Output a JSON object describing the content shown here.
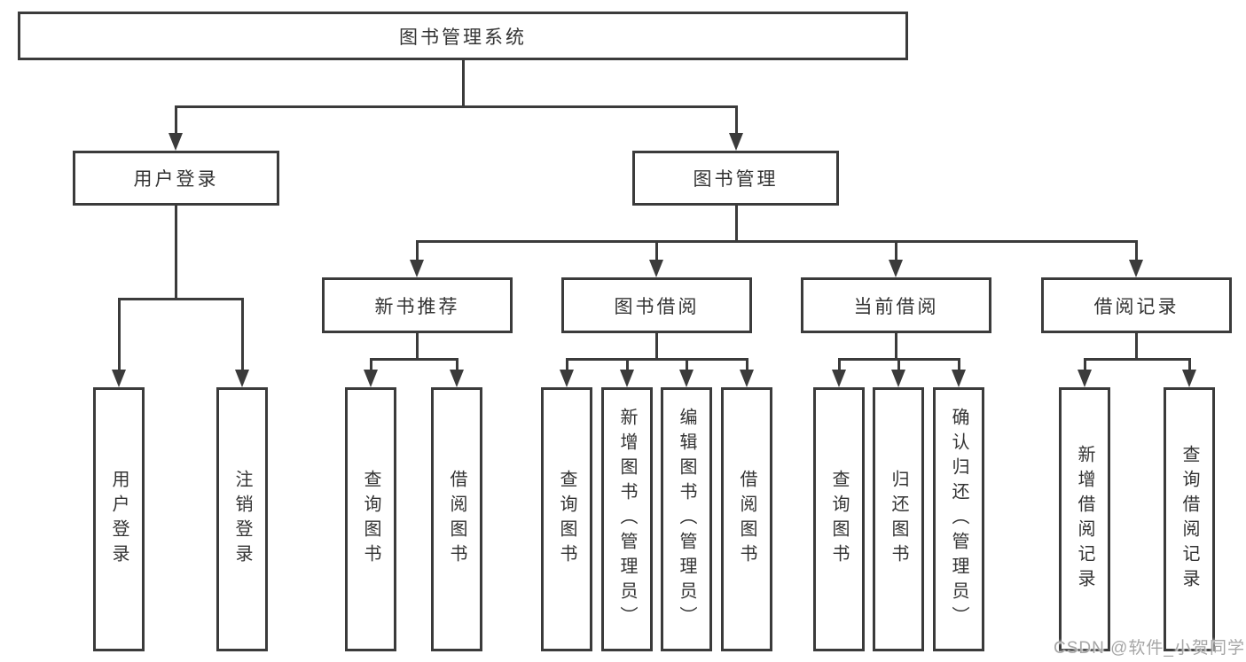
{
  "colors": {
    "line": "#3b3b3b",
    "text": "#333333",
    "background": "#ffffff",
    "watermark": "#a6a6a6"
  },
  "tree": {
    "root": {
      "label": "图书管理系统"
    },
    "branches": [
      {
        "label": "用户登录",
        "children": [
          {
            "label": "用户登录"
          },
          {
            "label": "注销登录"
          }
        ]
      },
      {
        "label": "图书管理",
        "children": [
          {
            "label": "新书推荐",
            "children": [
              {
                "label": "查询图书"
              },
              {
                "label": "借阅图书"
              }
            ]
          },
          {
            "label": "图书借阅",
            "children": [
              {
                "label": "查询图书"
              },
              {
                "label": "新增图书（管理员）"
              },
              {
                "label": "编辑图书（管理员）"
              },
              {
                "label": "借阅图书"
              }
            ]
          },
          {
            "label": "当前借阅",
            "children": [
              {
                "label": "查询图书"
              },
              {
                "label": "归还图书"
              },
              {
                "label": "确认归还（管理员）"
              }
            ]
          },
          {
            "label": "借阅记录",
            "children": [
              {
                "label": "新增借阅记录"
              },
              {
                "label": "查询借阅记录"
              }
            ]
          }
        ]
      }
    ]
  },
  "watermark": {
    "text": "CSDN @软件_小贺同学"
  }
}
